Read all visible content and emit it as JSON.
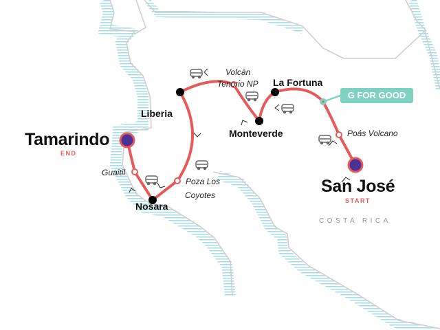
{
  "map": {
    "country": "COSTA RICA",
    "badge": "G FOR GOOD",
    "start": {
      "name": "San José",
      "tag": "START"
    },
    "end": {
      "name": "Tamarindo",
      "tag": "END"
    },
    "cities": [
      "Liberia",
      "La Fortuna",
      "Monteverde",
      "Nosara"
    ],
    "stops": {
      "volcan_1": "Volcán",
      "volcan_2": "Tenorio NP",
      "poas": "Poás Volcano",
      "poza_1": "Poza Los",
      "poza_2": "Coyotes",
      "guaitil": "Guaitil"
    },
    "transport": "bus-icon",
    "colors": {
      "route": "#e85a5a",
      "endpoint": "#4a3196",
      "badge": "#7fd1c2",
      "sea": "#a8dde8",
      "land_border": "#cccccc"
    }
  }
}
